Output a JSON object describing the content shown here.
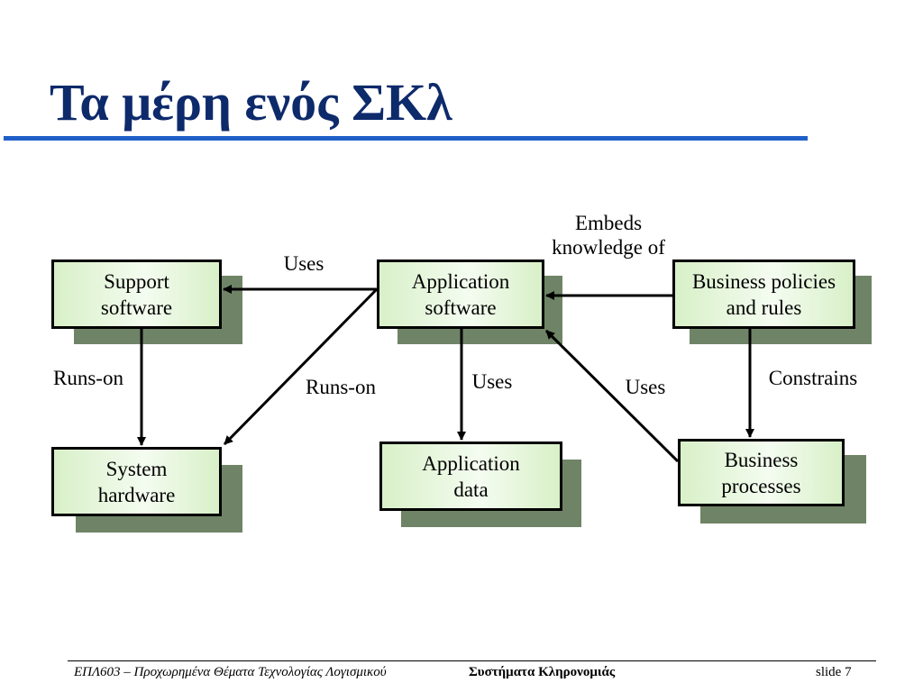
{
  "slide": {
    "title": "Τα μέρη ενός ΣΚλ"
  },
  "diagram": {
    "boxes": {
      "support_software": "Support\nsoftware",
      "application_software": "Application\nsoftware",
      "business_policies": "Business policies\nand rules",
      "system_hardware": "System\nhardware",
      "application_data": "Application\ndata",
      "business_processes": "Business\nprocesses"
    },
    "edges": {
      "embeds": "Embeds\nknowledge of",
      "uses_support": "Uses",
      "runs_on_support": "Runs-on",
      "runs_on_app": "Runs-on",
      "uses_data": "Uses",
      "uses_processes": "Uses",
      "constrains": "Constrains"
    },
    "colors": {
      "box_fill": "#e6f6dc",
      "box_shadow": "#6f8466",
      "title": "#0d2a6b",
      "accent_rule": "#1f5fc8"
    }
  },
  "footer": {
    "course": "ΕΠΛ603 – Προχωρημένα Θέματα Τεχνολογίας Λογισμικού",
    "topic": "Συστήματα Κληρονομιάς",
    "slide_number": "slide 7"
  }
}
